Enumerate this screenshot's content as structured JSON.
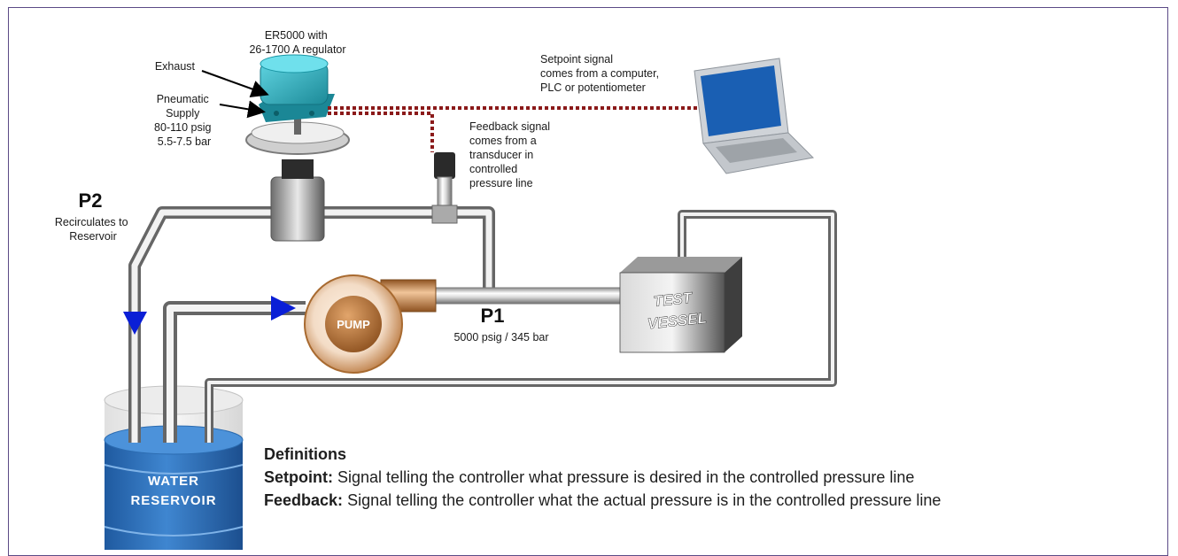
{
  "labels": {
    "controller": [
      "ER5000 with",
      "26-1700 A regulator"
    ],
    "exhaust": "Exhaust",
    "supply": [
      "Pneumatic",
      "Supply",
      "80-110 psig",
      "5.5-7.5 bar"
    ],
    "setpoint": [
      "Setpoint signal",
      "comes from a computer,",
      "PLC or potentiometer"
    ],
    "feedback": [
      "Feedback signal",
      "comes from a",
      "transducer in",
      "controlled",
      "pressure line"
    ],
    "p2_title": "P2",
    "p2_desc": [
      "Recirculates to",
      "Reservoir"
    ],
    "p1_title": "P1",
    "p1_desc": "5000 psig / 345 bar",
    "pump": "PUMP",
    "test_vessel": [
      "TEST",
      "VESSEL"
    ],
    "reservoir": [
      "WATER",
      "RESERVOIR"
    ]
  },
  "definitions": {
    "title": "Definitions",
    "setpoint_term": "Setpoint:",
    "setpoint_text": "Signal telling the controller what pressure is desired in the controlled pressure line",
    "feedback_term": "Feedback:",
    "feedback_text": "Signal telling the controller what the actual pressure is in the controlled pressure line"
  },
  "colors": {
    "frame": "#5b4a86",
    "signal_line": "#8b1a1a",
    "controller": "#2aa8b8",
    "reservoir": "#2f6db3",
    "flow_arrow": "#0a1fd6",
    "pump_copper": "#b8773e"
  }
}
